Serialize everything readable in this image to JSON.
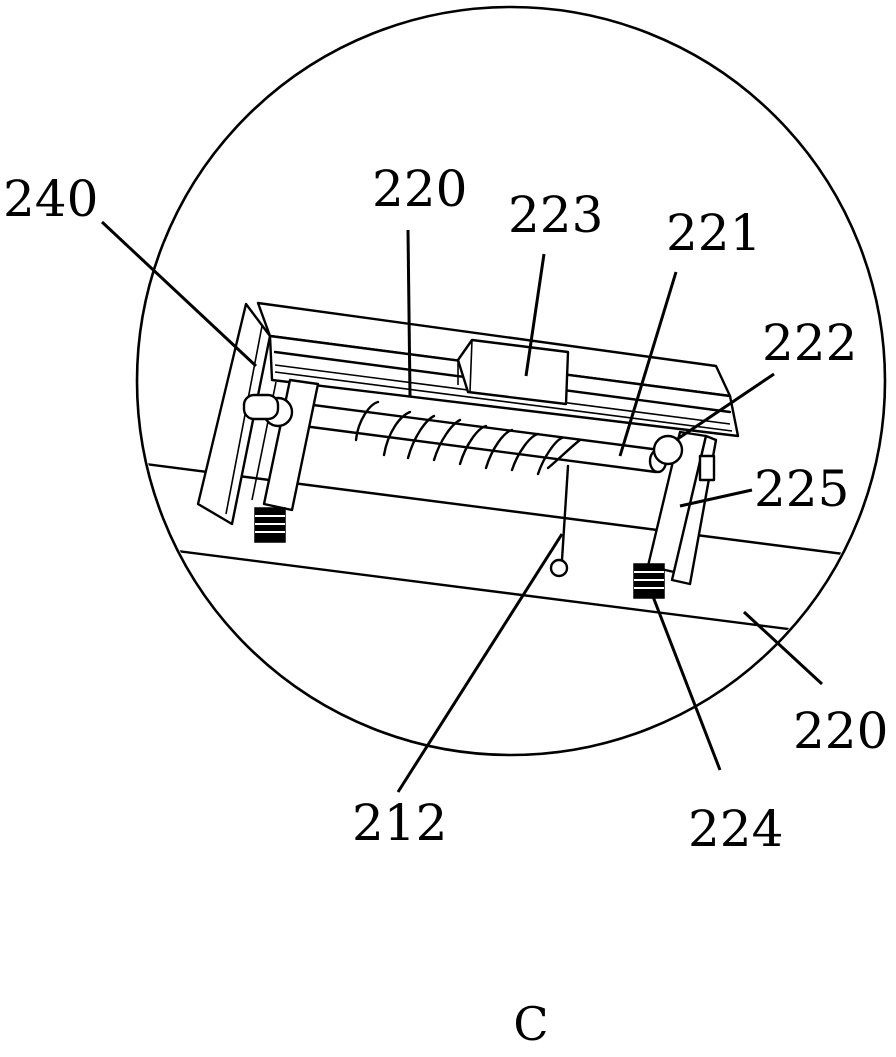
{
  "figure": {
    "caption": "C",
    "labels": {
      "l240": "240",
      "l220_top": "220",
      "l223": "223",
      "l221": "221",
      "l222": "222",
      "l225": "225",
      "l220_right": "220",
      "l224": "224",
      "l212": "212"
    }
  }
}
